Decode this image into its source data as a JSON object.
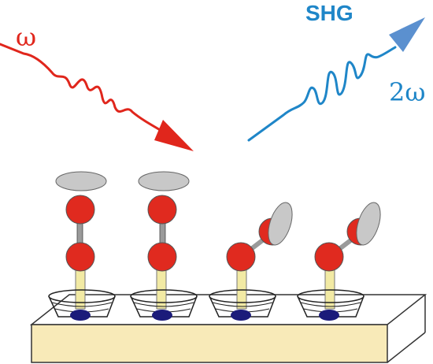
{
  "labels": {
    "incident": "ω",
    "shg": "SHG",
    "doubled": "2ω"
  },
  "colors": {
    "incident_beam": "#e0261c",
    "shg_beam": "#1f86c8",
    "shg_arrowhead": "#5b90cf",
    "substrate_fill": "#f8eab8",
    "atom": "#e02a1f",
    "disc": "#c8c8c8",
    "stick": "#f2eaa4",
    "anchor": "#1b1b7a"
  },
  "molecules": [
    {
      "state": "upright"
    },
    {
      "state": "upright"
    },
    {
      "state": "tilted"
    },
    {
      "state": "tilted"
    }
  ]
}
